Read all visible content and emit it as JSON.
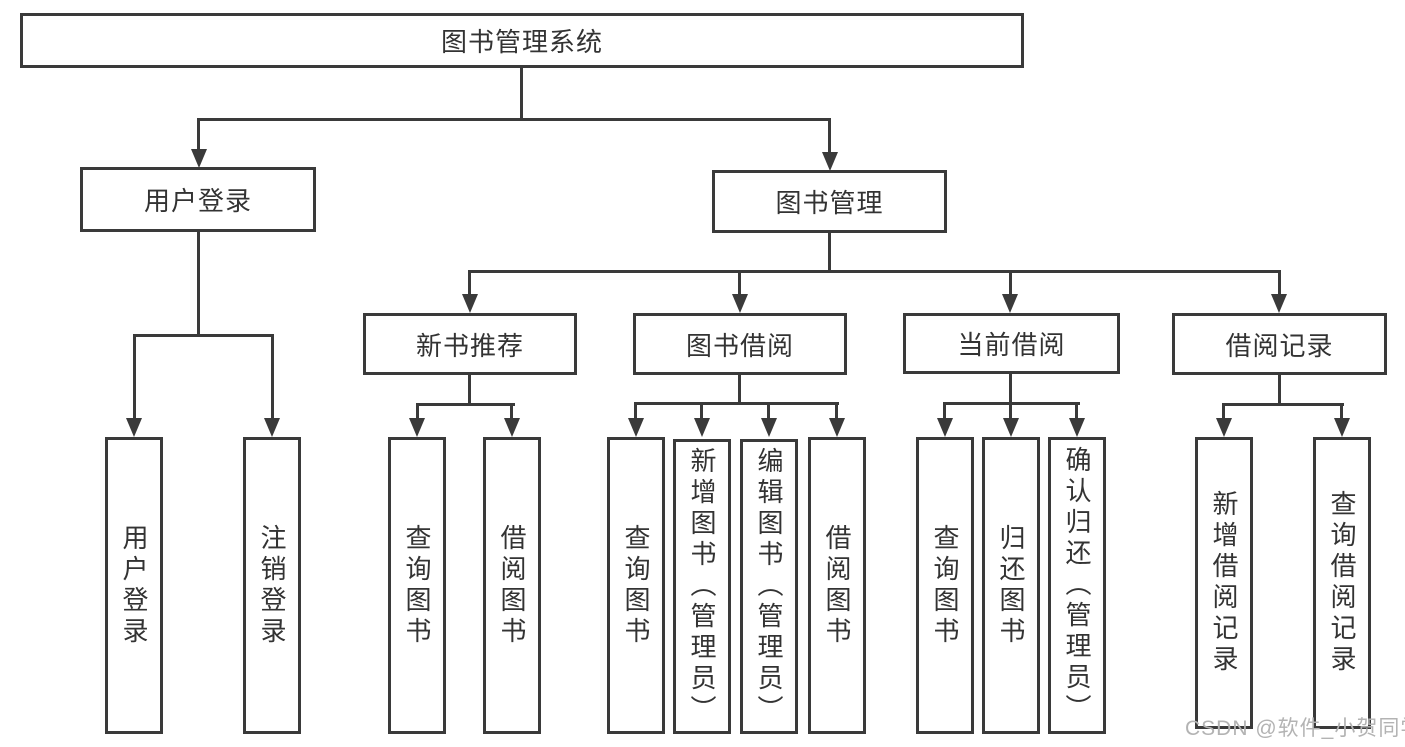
{
  "diagram": {
    "title": "图书管理系统",
    "level2": {
      "user_login": "用户登录",
      "book_mgmt": "图书管理"
    },
    "level3": {
      "new_book": "新书推荐",
      "book_borrow": "图书借阅",
      "current_borrow": "当前借阅",
      "borrow_record": "借阅记录"
    },
    "leaves": {
      "user_login": [
        "用户登录",
        "注销登录"
      ],
      "new_book": [
        "查询图书",
        "借阅图书"
      ],
      "book_borrow": [
        "查询图书",
        "新增图书（管理员）",
        "编辑图书（管理员）",
        "借阅图书"
      ],
      "current_borrow": [
        "查询图书",
        "归还图书",
        "确认归还（管理员）"
      ],
      "borrow_record": [
        "新增借阅记录",
        "查询借阅记录"
      ]
    }
  },
  "watermark": "CSDN @软件_小贺同学",
  "colors": {
    "line": "#3a3a3a",
    "text": "#333333",
    "background": "#ffffff",
    "watermark": "#b3b3b3"
  }
}
